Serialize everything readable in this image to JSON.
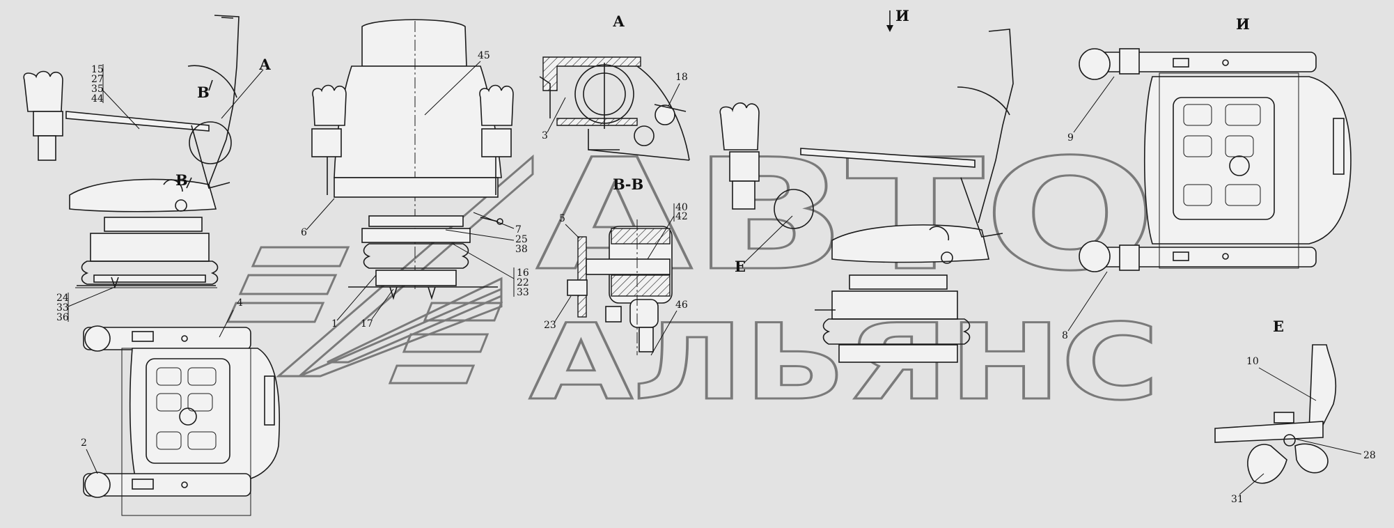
{
  "watermark": {
    "line1": "АВТО",
    "line2": "АЛЬЯНС"
  },
  "views": {
    "A_left": "А",
    "A_detail": "А",
    "BB_section": "В-В",
    "I_arrow": "И",
    "I_detail": "И",
    "E_detail": "Е",
    "B_arrow_upper": "В",
    "B_arrow_lower": "В",
    "E_mark": "Е"
  },
  "callouts": {
    "c15": "15",
    "c27": "27",
    "c35": "35",
    "c44": "44",
    "c24": "24",
    "c33a": "33",
    "c36": "36",
    "c45": "45",
    "c6": "6",
    "c1": "1",
    "c17": "17",
    "c7": "7",
    "c25": "25",
    "c38": "38",
    "c16": "16",
    "c22": "22",
    "c33b": "33",
    "c4": "4",
    "c2": "2",
    "c18": "18",
    "c3": "3",
    "c5": "5",
    "c40": "40",
    "c42": "42",
    "c23": "23",
    "c46": "46",
    "c9": "9",
    "c8": "8",
    "c10": "10",
    "c28": "28",
    "c31": "31"
  }
}
